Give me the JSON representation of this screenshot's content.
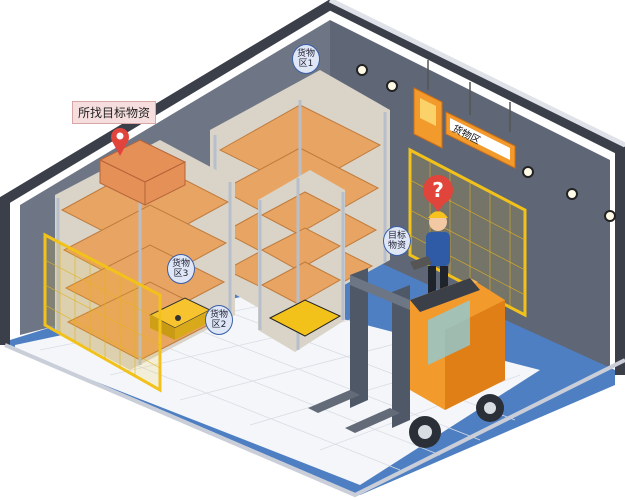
{
  "target_label": "所找目标物资",
  "zone_labels": {
    "zone1": "货物\n区1",
    "zone2": "货物\n区2",
    "zone3": "货物\n区3",
    "target_item": "目标\n物资"
  },
  "area_sign": "货物区",
  "question_mark": "?",
  "colors": {
    "floor": "#4f7fc3",
    "wall": "#6d7686",
    "frame": "#3a3f4a",
    "fence": "#f2c21b",
    "forklift": "#f39a2c",
    "box": "#e8a463",
    "marker_red": "#e0443a"
  }
}
